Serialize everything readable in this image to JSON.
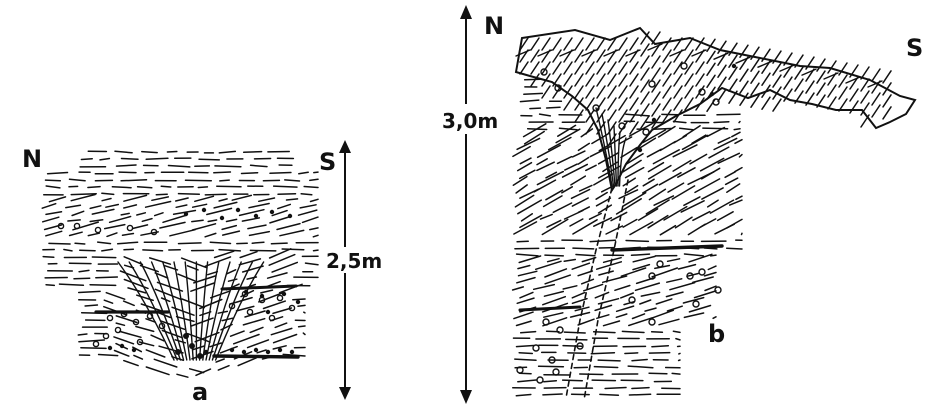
{
  "figure_a": {
    "north_label": "N",
    "south_label": "S",
    "height_label": "2,5m",
    "panel_label": "a"
  },
  "figure_b": {
    "north_label": "N",
    "south_label": "S",
    "height_label": "3,0m",
    "panel_label": "b"
  }
}
